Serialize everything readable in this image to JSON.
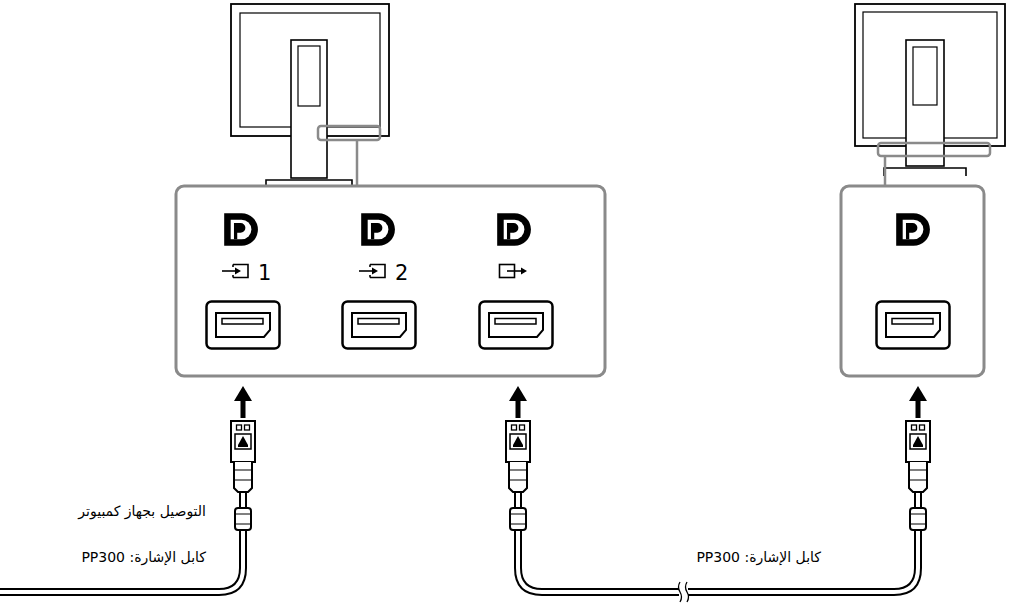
{
  "diagram": {
    "labels": [
      "1",
      "2",
      "التوصيل بجهاز كمبيوتر",
      "كابل الإشارة: PP300",
      "كابل الإشارة: PP300"
    ]
  }
}
